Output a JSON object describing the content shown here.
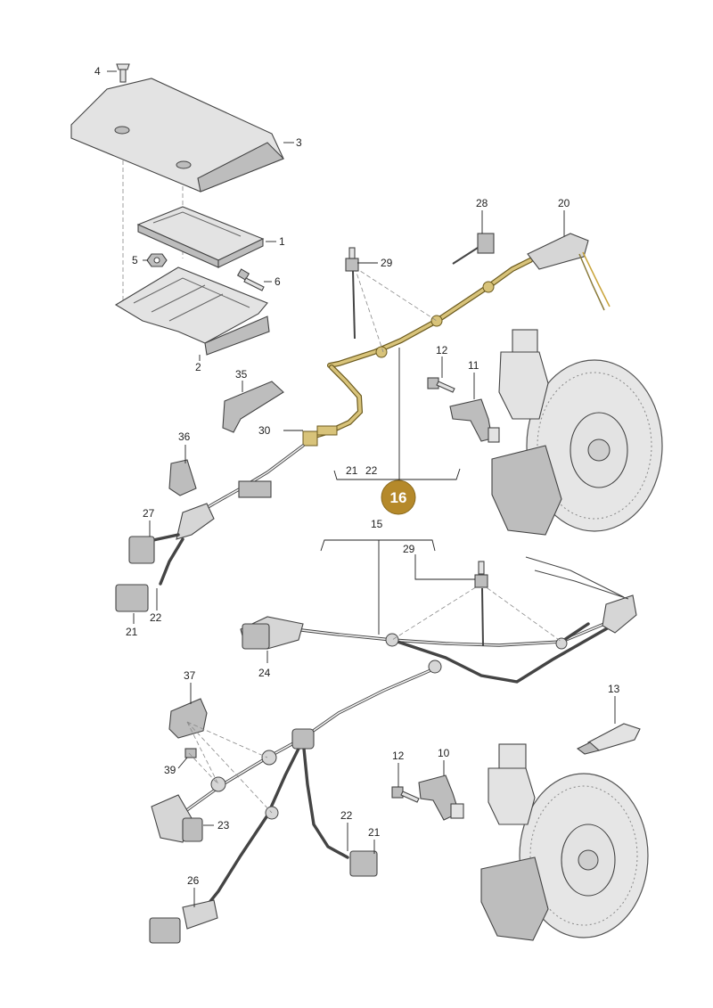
{
  "diagram": {
    "highlight_color": "#c9a43a",
    "badge_color": "#b5892a",
    "main_callout": "16",
    "callout_sub_labels": [
      "21",
      "22"
    ],
    "labels": [
      "1",
      "2",
      "3",
      "4",
      "5",
      "6",
      "10",
      "11",
      "12",
      "12",
      "13",
      "15",
      "20",
      "21",
      "21",
      "22",
      "22",
      "23",
      "24",
      "26",
      "27",
      "28",
      "29",
      "29",
      "30",
      "35",
      "36",
      "37",
      "39"
    ]
  }
}
